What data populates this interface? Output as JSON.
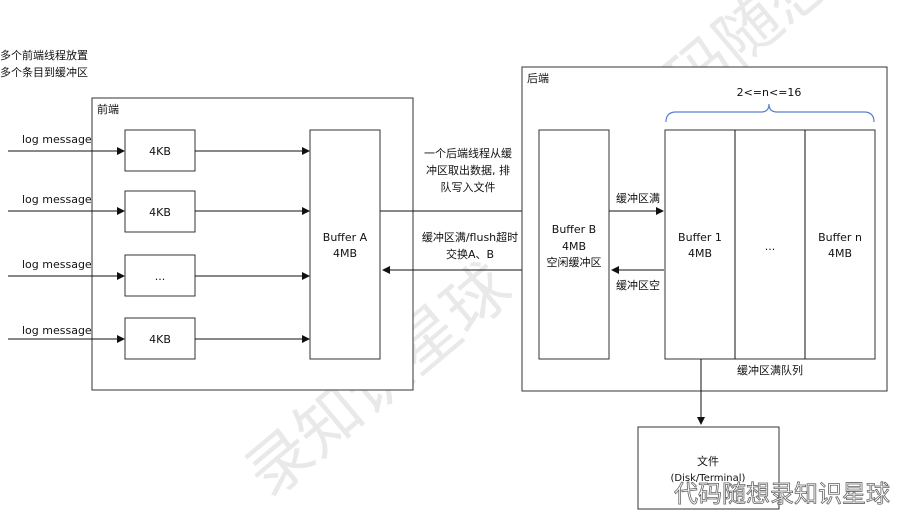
{
  "top_note": [
    "多个前端线程放置",
    "多个条目到缓冲区"
  ],
  "frontend": {
    "title": "前端",
    "log_message_label": "log message",
    "small_buffers": [
      "4KB",
      "4KB",
      "...",
      "4KB"
    ],
    "buffer_a": [
      "Buffer A",
      "4MB"
    ]
  },
  "middle": {
    "backend_thread_note": [
      "一个后端线程从缓",
      "冲区取出数据, 排",
      "队写入文件"
    ],
    "swap_note": [
      "缓冲区满/flush超时",
      "交换A、B"
    ]
  },
  "backend": {
    "title": "后端",
    "buffer_b": [
      "Buffer B",
      "4MB",
      "空闲缓冲区"
    ],
    "full_label": "缓冲区满",
    "empty_label": "缓冲区空",
    "range_label": "2<=n<=16",
    "queue": [
      "Buffer 1",
      "4MB",
      "...",
      "Buffer n",
      "4MB"
    ],
    "queue_label": "缓冲区满队列"
  },
  "file": [
    "文件",
    "(Disk/Terminal)"
  ],
  "watermark": "代码随想录知识星球",
  "colors": {
    "brace": "#5b7fd0",
    "watermark": "#e6e6e6"
  }
}
